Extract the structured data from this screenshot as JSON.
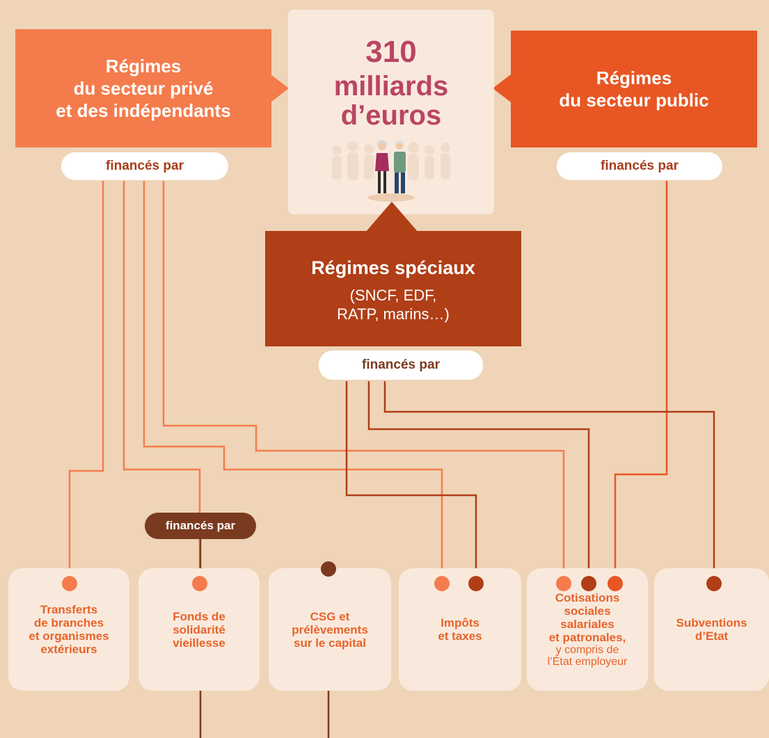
{
  "center": {
    "amount": "310",
    "unit_line1": "milliards",
    "unit_line2": "d’euros",
    "illustration_icon": "elderly-couple-icon"
  },
  "private_regimes": {
    "line1": "Régimes",
    "line2": "du secteur privé",
    "line3": "et des indépendants",
    "financed_label": "financés par"
  },
  "public_regimes": {
    "line1": "Régimes",
    "line2": "du secteur public",
    "financed_label": "financés par"
  },
  "special_regimes": {
    "title": "Régimes spéciaux",
    "detail_line1": "(SNCF, EDF,",
    "detail_line2": "RATP, marins…)",
    "financed_label": "financés par"
  },
  "sources": [
    {
      "line1": "Transferts",
      "line2": "de branches",
      "line3": "et organismes",
      "line4": "extérieurs"
    },
    {
      "line1": "Fonds de",
      "line2": "solidarité",
      "line3": "vieillesse",
      "financed_label": "financés par"
    },
    {
      "line1": "CSG et",
      "line2": "prélèvements",
      "line3": "sur le capital"
    },
    {
      "line1": "Impôts",
      "line2": "et taxes"
    },
    {
      "line1": "Cotisations",
      "line2": "sociales",
      "line3": "salariales",
      "line4": "et patronales,",
      "note1": "y compris de",
      "note2": "l’État employeur"
    },
    {
      "line1": "Subventions",
      "line2": "d’Etat"
    }
  ],
  "colors": {
    "background": "#efd4b7",
    "private": "#f47c4c",
    "public": "#e85623",
    "special": "#b03e17",
    "center_text": "#b94563",
    "source_text": "#e8632b",
    "card_bg": "#f9e9dc",
    "dark_pill": "#7a3a1f"
  }
}
